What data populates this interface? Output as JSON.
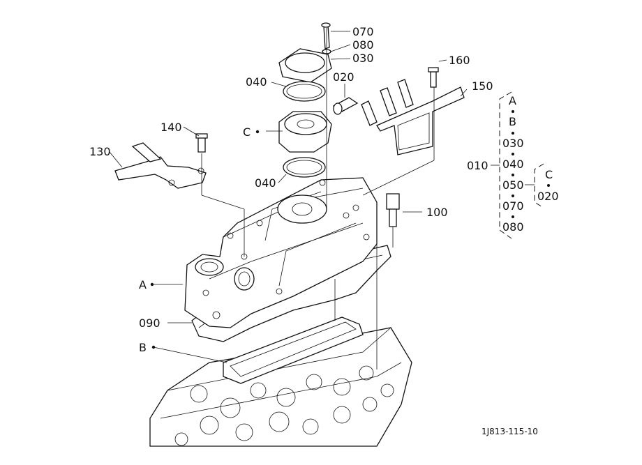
{
  "callouts": {
    "c070": "070",
    "c080": "080",
    "c030": "030",
    "c040_top": "040",
    "c020": "020",
    "c160": "160",
    "c150": "150",
    "c140": "140",
    "c130": "130",
    "cC": "C",
    "c040_bottom": "040",
    "c100": "100",
    "cA": "A",
    "c090": "090",
    "cB": "B"
  },
  "legend": {
    "assembly": "010",
    "group": [
      "A",
      "B",
      "030",
      "040",
      "050",
      "070",
      "080"
    ],
    "subgroup_label": "C",
    "subgroup": [
      "020"
    ]
  },
  "drawing_number": "1J813-115-10"
}
